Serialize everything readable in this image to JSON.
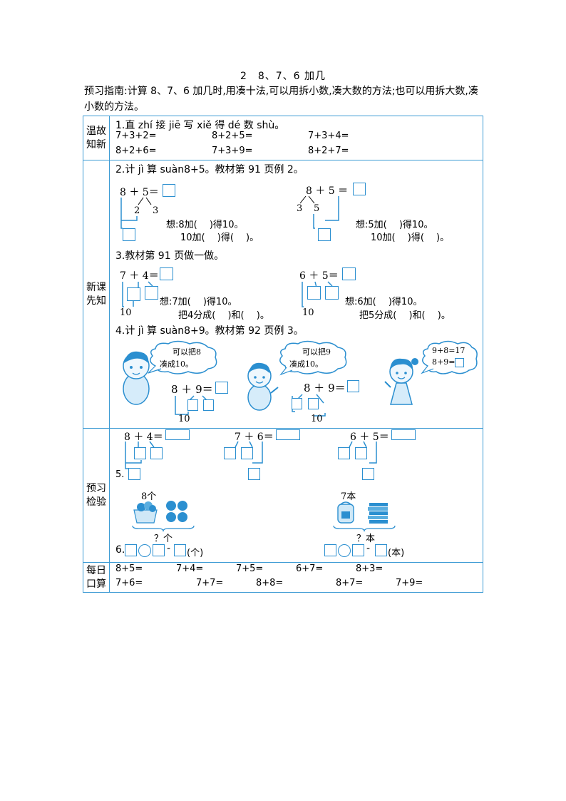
{
  "title": "2　8、7、6 加几",
  "guide": "预习指南:计算 8、7、6 加几时,用凑十法,可以用拆小数,凑大数的方法;也可以用拆大数,凑小数的方法。",
  "sections": {
    "review": {
      "label1": "温故",
      "label2": "知新"
    },
    "new": {
      "label1": "新课",
      "label2": "先知"
    },
    "check": {
      "label1": "预习",
      "label2": "检验"
    },
    "daily": {
      "label1": "每日",
      "label2": "口算"
    }
  },
  "q1": {
    "heading": "1.直 zhí 接 jiē 写 xiě 得 dé 数 shù。",
    "items": [
      "7+3+2=",
      "8+2+5=",
      "7+3+4=",
      "8+2+6=",
      "7+3+9=",
      "8+2+7="
    ]
  },
  "q2": {
    "heading": "2.计 jì 算 suàn8+5。教材第 91 页例 2。",
    "left": {
      "eq": "8 ＋ 5＝",
      "a": "2",
      "b": "3",
      "think1": "想:8加(　 )得10。",
      "think2": "10加(　 )得(　 )。"
    },
    "right": {
      "eq": "8 ＋ 5 ＝",
      "a": "3",
      "b": "5",
      "think1": "想:5加(　 )得10。",
      "think2": "10加(　 )得(　 )。"
    }
  },
  "q3": {
    "heading": "3.教材第 91 页做一做。",
    "left": {
      "eq": "7 ＋ 4＝",
      "ten": "10",
      "think1": "想:7加(　 )得10。",
      "think2": "把4分成(　 )和(　 )。"
    },
    "right": {
      "eq": "6 ＋ 5＝",
      "ten": "10",
      "think1": "想:6加(　 )得10。",
      "think2": "把5分成(　 )和(　 )。"
    }
  },
  "q4": {
    "heading": "4.计 jì 算 suàn8+9。教材第 92 页例 3。",
    "bubble1a": "可以把8",
    "bubble1b": "凑成10。",
    "bubble2a": "可以把9",
    "bubble2b": "凑成10。",
    "bubble3a": "9+8=17",
    "bubble3b": "8+9=",
    "eq1": "8 ＋ 9＝",
    "ten1": "10",
    "eq2": "8 ＋ 9＝",
    "ten2": "10"
  },
  "q5": {
    "eq1": "8 ＋ 4＝",
    "eq2": "7 ＋ 6＝",
    "eq3": "6 ＋ 5＝",
    "label": "5."
  },
  "q6": {
    "label": "6.",
    "left": {
      "count": "8个",
      "question": "？个",
      "unit": "(个)"
    },
    "right": {
      "count": "7本",
      "question": "？本",
      "unit": "(本)"
    },
    "minus": "-"
  },
  "daily": {
    "row1": [
      "8+5=",
      "7+4=",
      "7+5=",
      "6+7=",
      "8+3="
    ],
    "row2": [
      "7+6=",
      "7+7=",
      "8+8=",
      "8+7=",
      "7+9="
    ]
  }
}
